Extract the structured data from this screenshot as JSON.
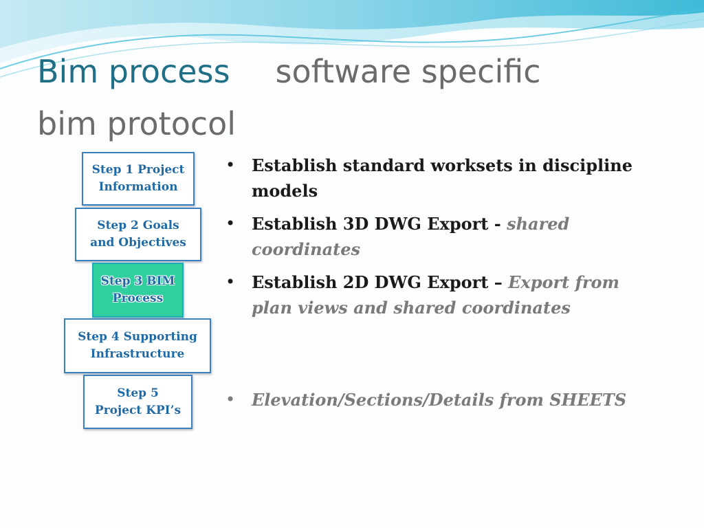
{
  "slide": {
    "title_part1": "Bim process",
    "title_part2": "software specific",
    "title_part3": "bim protocol",
    "accent_color": "#1f6f86"
  },
  "steps": [
    {
      "label": "Step 1 Project\nInformation",
      "active": false
    },
    {
      "label": "Step 2 Goals\nand Objectives",
      "active": false
    },
    {
      "label": "Step 3 BIM\nProcess",
      "active": true
    },
    {
      "label": "Step 4 Supporting\nInfrastructure",
      "active": false
    },
    {
      "label": "Step 5\nProject KPI’s",
      "active": false
    }
  ],
  "bullets": [
    {
      "text": "Establish standard worksets in discipline models",
      "extra": ""
    },
    {
      "text": "Establish 3D DWG Export  - ",
      "extra": "shared coordinates"
    },
    {
      "text": "Establish 2D DWG Export – ",
      "extra": "Export from plan views and shared coordinates"
    },
    {
      "text": "",
      "extra": "Elevation/Sections/Details from SHEETS"
    }
  ],
  "bullet_symbol": "•",
  "colors": {
    "step_border": "#3a7fc0",
    "step_text": "#1f6aa5",
    "active_fill": "#2fcf9e",
    "muted_text": "#7a7a7a"
  }
}
